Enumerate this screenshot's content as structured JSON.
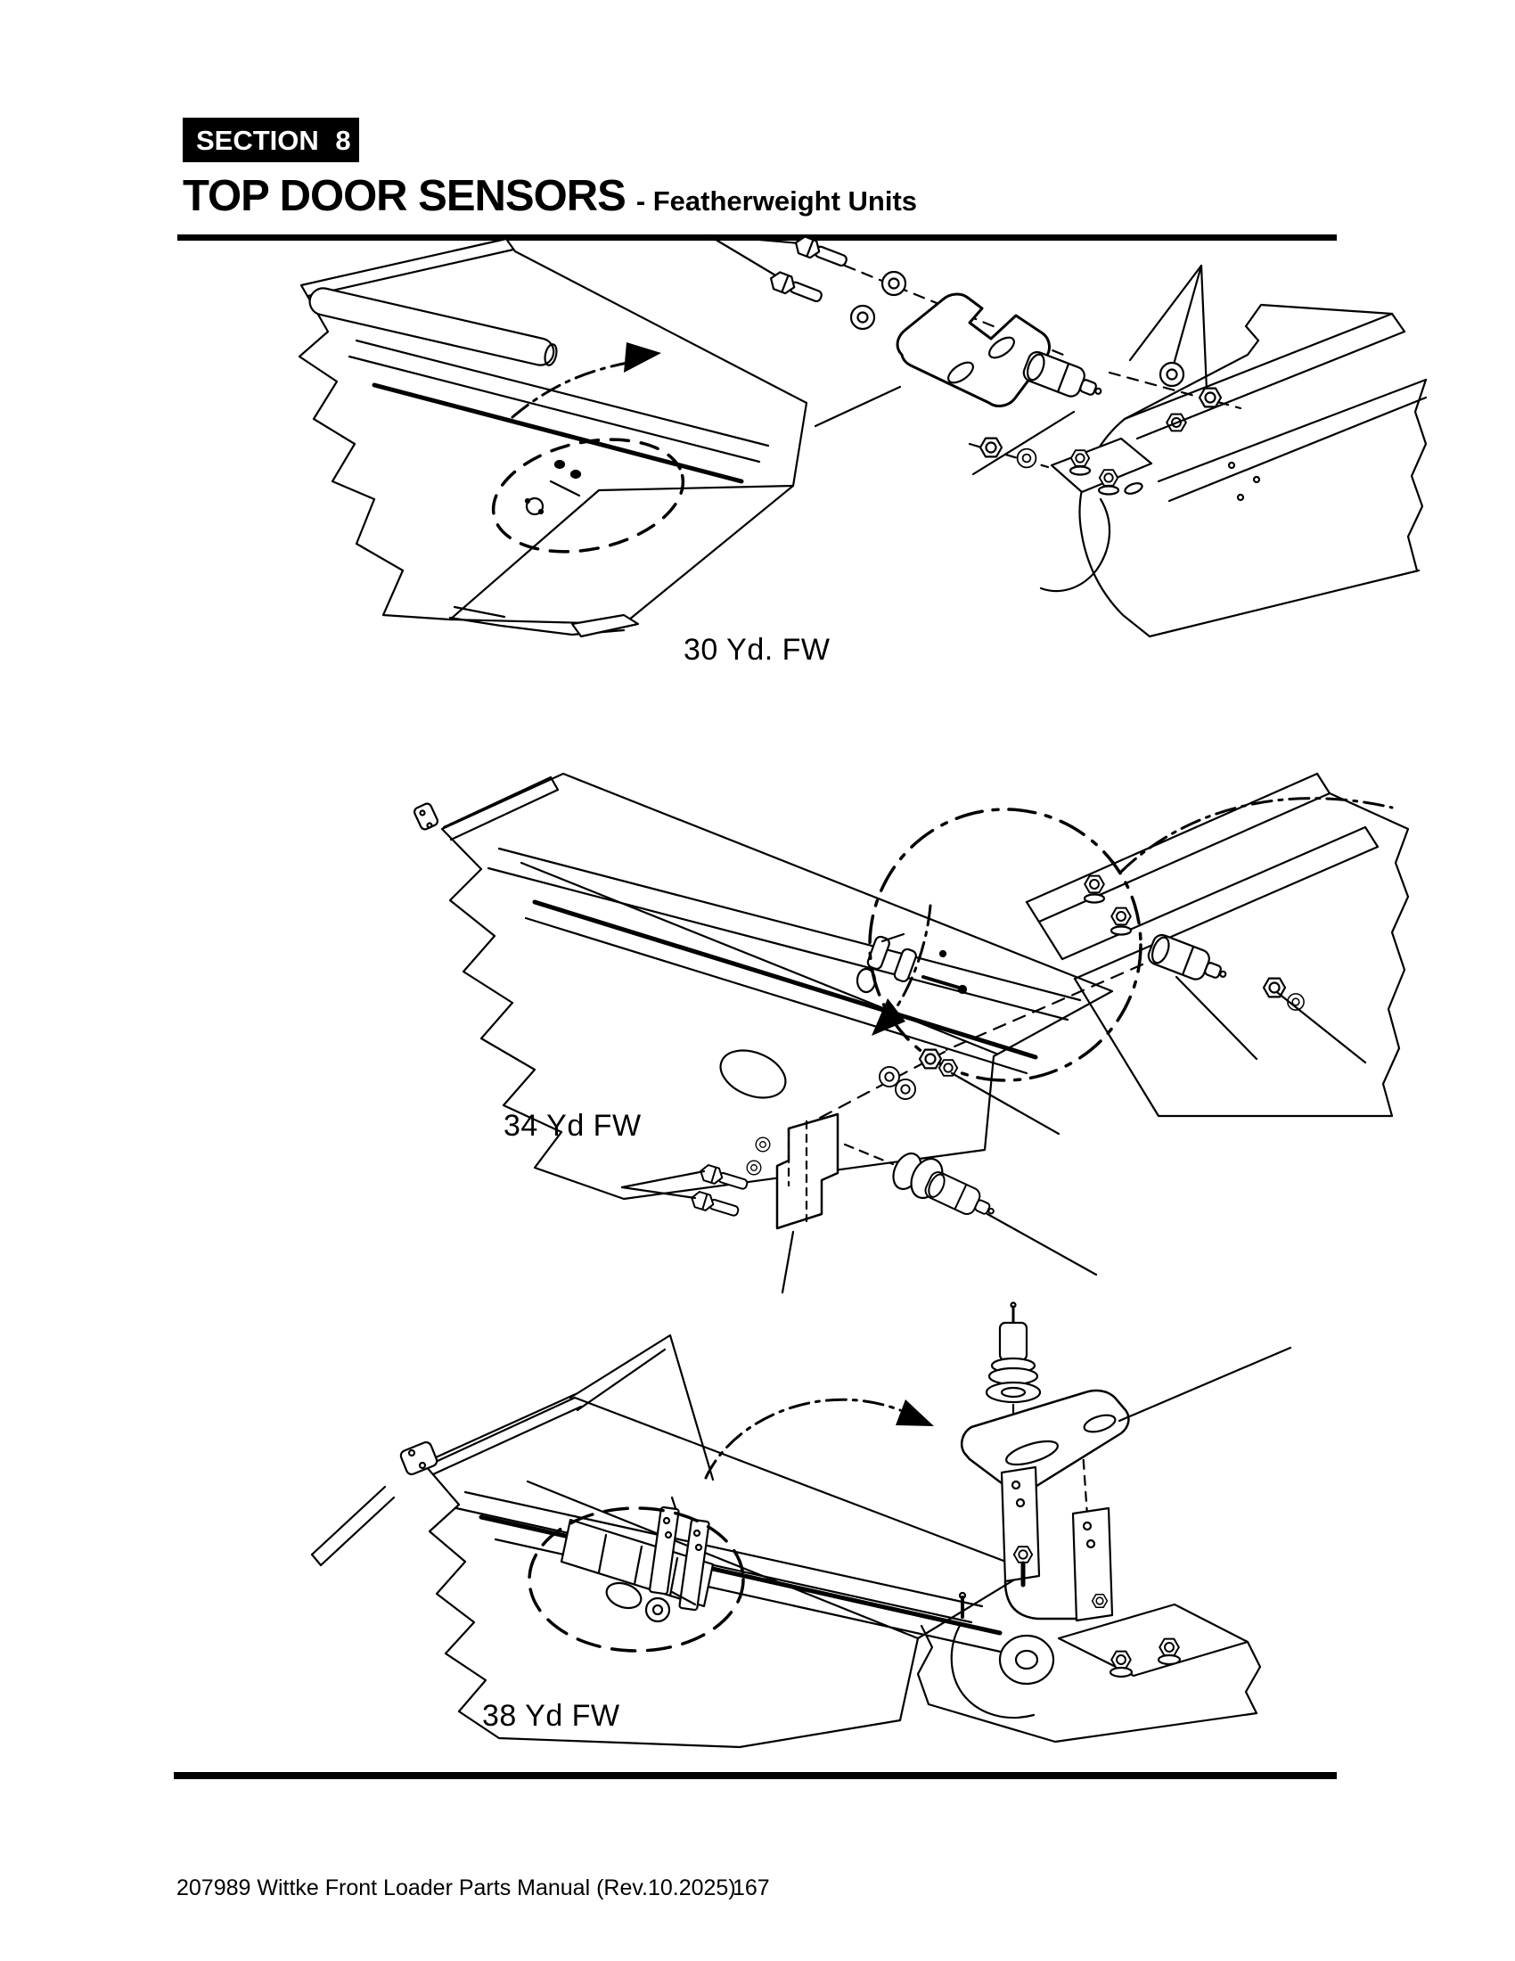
{
  "page": {
    "section_badge": "SECTION 8",
    "title": "TOP DOOR SENSORS",
    "subtitle": "- Featherweight Units"
  },
  "figures": [
    {
      "label": "30 Yd. FW"
    },
    {
      "label": "34 Yd FW"
    },
    {
      "label": "38 Yd FW"
    }
  ],
  "footer": {
    "manual_title": "207989 Wittke Front Loader Parts Manual (Rev.10.2025)",
    "page_number": "167"
  },
  "colors": {
    "ink": "#000000",
    "paper": "#ffffff"
  }
}
